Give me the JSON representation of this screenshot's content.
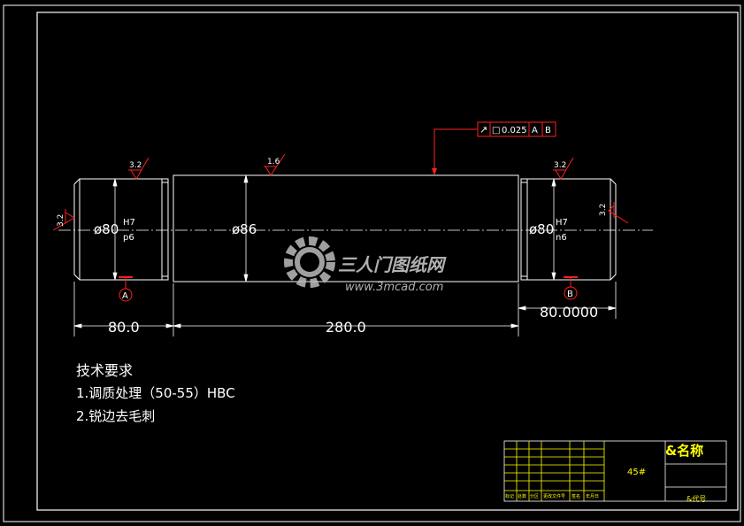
{
  "colors": {
    "background": "#000000",
    "lines": "#ffffff",
    "annotation": "#ff2020",
    "titleblock": "#ffff00"
  },
  "dimensions": {
    "d1_value": "80.0",
    "d2_value": "280.0",
    "d3_value": "80.0000",
    "dia_left": "ø80",
    "fit_left_upper": "H7",
    "fit_left_lower": "p6",
    "dia_mid": "ø86",
    "dia_right": "ø80",
    "fit_right_upper": "H7",
    "fit_right_lower": "n6"
  },
  "roughness": {
    "left_top": "3.2",
    "left_side": "3.2",
    "middle": "1.6",
    "right_top": "3.2",
    "right_side": "3.2"
  },
  "tolerance_frame": {
    "symbol": "↗",
    "flat": "□",
    "value": "0.025",
    "datum1": "A",
    "datum2": "B"
  },
  "datums": {
    "left": "A",
    "right": "B"
  },
  "watermark": {
    "brand": "三人门图纸网",
    "url": "www.3mcad.com",
    "icon": "gear-icon"
  },
  "technical_requirements": {
    "title": "技术要求",
    "item1": "1.调质处理（50-55）HBC",
    "item2": "2.锐边去毛刺"
  },
  "title_block": {
    "material": "45#",
    "name_label": "&名称",
    "code_label": "&代号",
    "headers": [
      "标记",
      "处数",
      "分区",
      "更改文件号",
      "签名",
      "年月日"
    ]
  }
}
